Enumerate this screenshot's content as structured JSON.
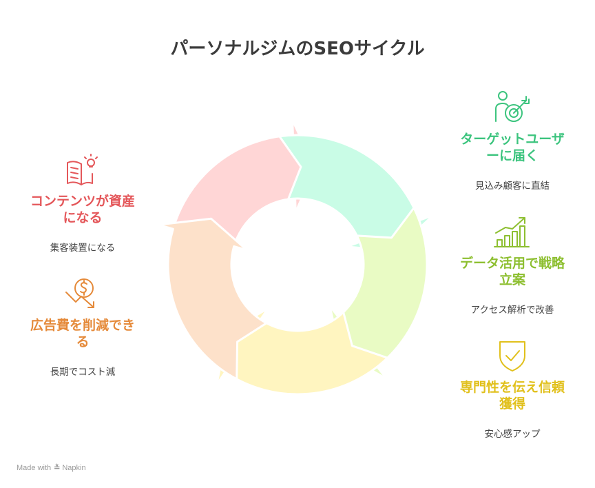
{
  "title": "パーソナルジムのSEOサイクル",
  "colors": {
    "content_red": "#E4575A",
    "ad_orange": "#E58A3A",
    "target_green": "#3CC47E",
    "data_olive": "#8DBF30",
    "trust_yellow": "#E1C01C",
    "arrow_red_fill": "#FFD6D6",
    "arrow_green_fill": "#C9FCE6",
    "arrow_lime_fill": "#E9FBC4",
    "arrow_yellow_fill": "#FFF5C0",
    "arrow_orange_fill": "#FDE1CA"
  },
  "items": {
    "content": {
      "heading": "コンテンツが資産になる",
      "desc": "集客装置になる",
      "icon": "book-lightbulb-icon"
    },
    "ads": {
      "heading": "広告費を削減できる",
      "desc": "長期でコスト減",
      "icon": "dollar-down-arrow-icon"
    },
    "target": {
      "heading": "ターゲットユーザーに届く",
      "desc": "見込み顧客に直結",
      "icon": "person-target-icon"
    },
    "data": {
      "heading": "データ活用で戦略立案",
      "desc": "アクセス解析で改善",
      "icon": "bar-chart-growth-icon"
    },
    "trust": {
      "heading": "専門性を伝え信頼獲得",
      "desc": "安心感アップ",
      "icon": "shield-check-icon"
    }
  },
  "footer": {
    "made_with": "Made with",
    "brand": "Napkin"
  }
}
